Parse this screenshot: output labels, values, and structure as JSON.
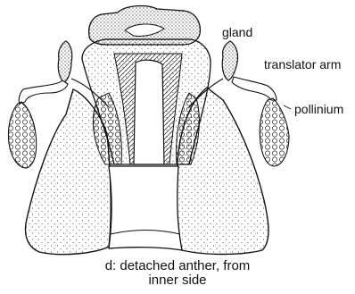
{
  "labels": {
    "gland": "gland",
    "translator_arm": "translator arm",
    "pollinium": "pollinium"
  },
  "caption": {
    "line1": "d: detached anther, from",
    "line2": "inner side"
  },
  "colors": {
    "ink": "#111111",
    "paper": "#ffffff"
  }
}
